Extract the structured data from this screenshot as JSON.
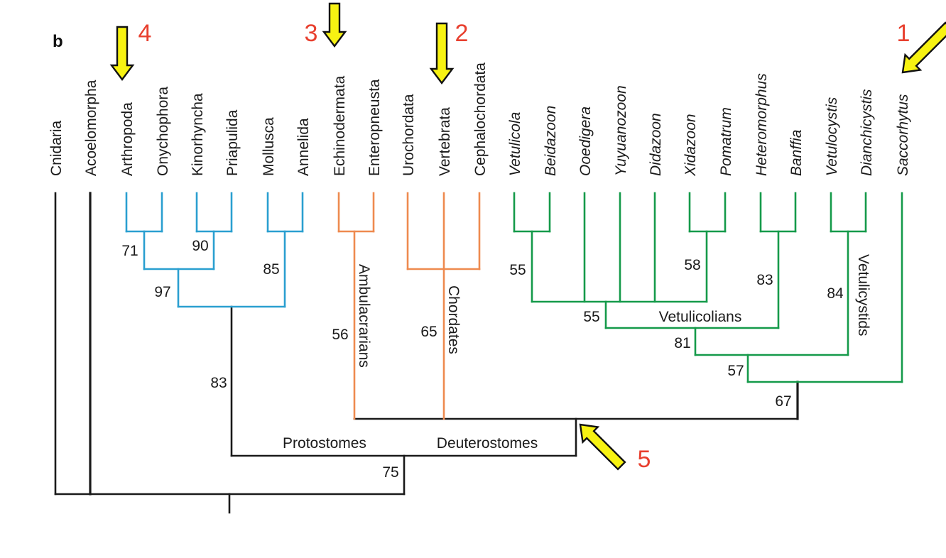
{
  "panel_label": "b",
  "colors": {
    "black": "#1a1a1a",
    "protostome_blue": "#2a9fd0",
    "deuterostome_orange": "#ee8a4f",
    "vetulicolian_green": "#159a4a",
    "highlight_red": "#e8402f",
    "arrow_yellow": "#f7f212"
  },
  "taxa": [
    {
      "label": "Cnidaria",
      "italic": false,
      "highlight": false
    },
    {
      "label": "Acoelomorpha",
      "italic": false,
      "highlight": false
    },
    {
      "label": "Arthropoda",
      "italic": false,
      "highlight": false
    },
    {
      "label": "Onychophora",
      "italic": false,
      "highlight": false
    },
    {
      "label": "Kinorhyncha",
      "italic": false,
      "highlight": false
    },
    {
      "label": "Priapulida",
      "italic": false,
      "highlight": false
    },
    {
      "label": "Mollusca",
      "italic": false,
      "highlight": false
    },
    {
      "label": "Annelida",
      "italic": false,
      "highlight": false
    },
    {
      "label": "Echinodermata",
      "italic": false,
      "highlight": false
    },
    {
      "label": "Enteropneusta",
      "italic": false,
      "highlight": false
    },
    {
      "label": "Urochordata",
      "italic": false,
      "highlight": false
    },
    {
      "label": "Vertebrata",
      "italic": false,
      "highlight": false
    },
    {
      "label": "Cephalochordata",
      "italic": false,
      "highlight": false
    },
    {
      "label": "Vetulicola",
      "italic": true,
      "highlight": false
    },
    {
      "label": "Beidazoon",
      "italic": true,
      "highlight": false
    },
    {
      "label": "Ooedigera",
      "italic": true,
      "highlight": false
    },
    {
      "label": "Yuyuanozoon",
      "italic": true,
      "highlight": false
    },
    {
      "label": "Didazoon",
      "italic": true,
      "highlight": false
    },
    {
      "label": "Xidazoon",
      "italic": true,
      "highlight": false
    },
    {
      "label": "Pomatrum",
      "italic": true,
      "highlight": false
    },
    {
      "label": "Heteromorphus",
      "italic": true,
      "highlight": false
    },
    {
      "label": "Banffia",
      "italic": true,
      "highlight": false
    },
    {
      "label": "Vetulocystis",
      "italic": true,
      "highlight": false
    },
    {
      "label": "Dianchicystis",
      "italic": true,
      "highlight": false
    },
    {
      "label": "Saccorhytus",
      "italic": true,
      "highlight": true
    }
  ],
  "support_values": {
    "arthropoda_onychophora": "71",
    "kinorhyncha_priapulida": "90",
    "mollusca_annelida": "85",
    "ecdysozoa": "97",
    "protostomes": "83",
    "ambulacrarians": "56",
    "chordates": "65",
    "vetulicola_group": "55",
    "xidazoon_pomatrum": "58",
    "heteromorphus_banffia": "83",
    "vetulicolians": "55",
    "vetulicystids": "84",
    "vetulicolians_vetulicystids": "81",
    "all_cambrian": "57",
    "saccorhytus_clade": "67",
    "bilateria": "75"
  },
  "clade_labels": {
    "protostomes": "Protostomes",
    "deuterostomes": "Deuterostomes",
    "ambulacrarians": "Ambulacrarians",
    "chordates": "Chordates",
    "vetulicolians": "Vetulicolians",
    "vetulicystids": "Vetulicystids"
  },
  "arrow_markers": [
    {
      "number": "1",
      "target": "Saccorhytus",
      "direction": "diagonal-down-left"
    },
    {
      "number": "2",
      "target": "Vertebrata",
      "direction": "down"
    },
    {
      "number": "3",
      "target": "Echinodermata",
      "direction": "down"
    },
    {
      "number": "4",
      "target": "Arthropoda",
      "direction": "down"
    },
    {
      "number": "5",
      "target": "deuterostome node",
      "direction": "diagonal-up-left"
    }
  ]
}
